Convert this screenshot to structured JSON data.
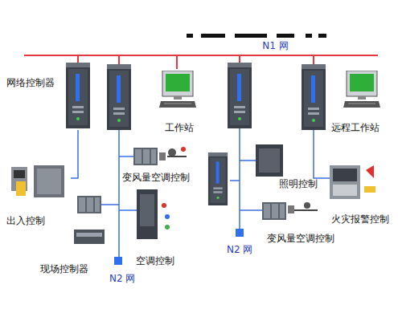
{
  "diagram": {
    "nodes": [
      {
        "text": [
          "N1 网"
        ]
      },
      {
        "text": [
          "网络控制器"
        ]
      },
      {
        "text": [
          "工作站"
        ]
      },
      {
        "text": [
          "远程工作站"
        ]
      },
      {
        "text": [
          "出入控制"
        ]
      },
      {
        "text": [
          "变风量空调控制"
        ]
      },
      {
        "text": [
          "现场控制器"
        ]
      },
      {
        "text": [
          "空调控制"
        ]
      },
      {
        "text": [
          "照明控制"
        ]
      },
      {
        "text": [
          "变风量空调控制"
        ]
      },
      {
        "text": [
          "火灾报警控制"
        ]
      }
    ],
    "edges": [
      {
        "from": 0,
        "to": 1,
        "arrow": "none"
      },
      {
        "from": 0,
        "to": 2,
        "arrow": "none"
      },
      {
        "from": 1,
        "to": 4,
        "arrow": "none"
      }
    ],
    "labels": [
      "N2 网",
      "N2 网"
    ]
  }
}
